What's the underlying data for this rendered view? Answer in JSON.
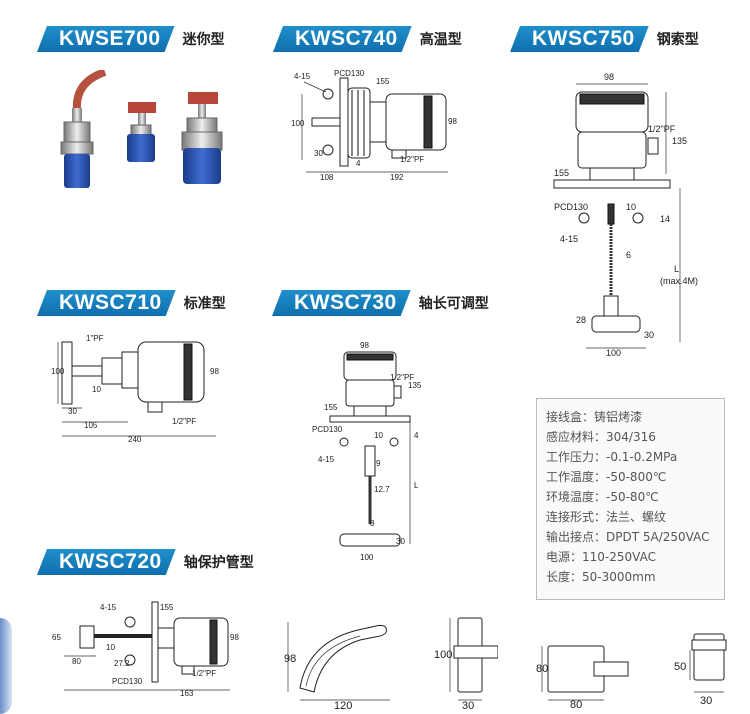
{
  "products": {
    "kwse700": {
      "model": "KWSE700",
      "name": "迷你型"
    },
    "kwsc740": {
      "model": "KWSC740",
      "name": "高温型"
    },
    "kwsc750": {
      "model": "KWSC750",
      "name": "钢索型"
    },
    "kwsc710": {
      "model": "KWSC710",
      "name": "标准型"
    },
    "kwsc730": {
      "model": "KWSC730",
      "name": "轴长可调型"
    },
    "kwsc720": {
      "model": "KWSC720",
      "name": "轴保护管型"
    }
  },
  "specs": [
    "接线盒：铸铝烤漆",
    "感应材料：304/316",
    "工作压力：-0.1-0.2MPa",
    "工作温度：-50-800℃",
    "环境温度：-50-80℃",
    "连接形式：法兰、螺纹",
    "输出接点：DPDT 5A/250VAC",
    "电源：110-250VAC",
    "长度：50-3000mm"
  ],
  "dims": {
    "d740": {
      "holes": "4-15",
      "pcd": "PCD130",
      "h100": "100",
      "h155": "155",
      "h98": "98",
      "w30": "30",
      "w4": "4",
      "npt": "1/2\"PF",
      "w108": "108",
      "w192": "192"
    },
    "d750": {
      "w98": "98",
      "npt": "1/2\"PF",
      "h135": "135",
      "w155": "155",
      "pcd": "PCD130",
      "w10": "10",
      "holes": "4-15",
      "h14": "14",
      "w6": "6",
      "len": "L",
      "max": "(max.4M)",
      "w28": "28",
      "w100": "100",
      "h30": "30"
    },
    "d710": {
      "pf1": "1\"PF",
      "h100": "100",
      "h98": "98",
      "w30": "30",
      "w105": "105",
      "npt": "1/2\"PF",
      "w240": "240",
      "t10": "10"
    },
    "d730": {
      "w98": "98",
      "npt": "1/2\"PF",
      "h135": "135",
      "w155": "155",
      "pcd": "PCD130",
      "w10": "10",
      "w4": "4",
      "holes": "4-15",
      "w9": "9",
      "w127": "12.7",
      "len": "L",
      "w8": "8",
      "w100": "100",
      "h30": "30"
    },
    "d720": {
      "holes": "4-15",
      "h155": "155",
      "h65": "65",
      "w10": "10",
      "h98": "98",
      "w80": "80",
      "w272": "27.2",
      "npt": "1/2\"PF",
      "pcd": "PCD130",
      "w163": "163"
    },
    "paddles": {
      "p1h": "98",
      "p1w": "120",
      "p2h": "100",
      "p2w": "30",
      "p3h": "80",
      "p3w": "80",
      "p4h": "50",
      "p4w": "30"
    }
  }
}
